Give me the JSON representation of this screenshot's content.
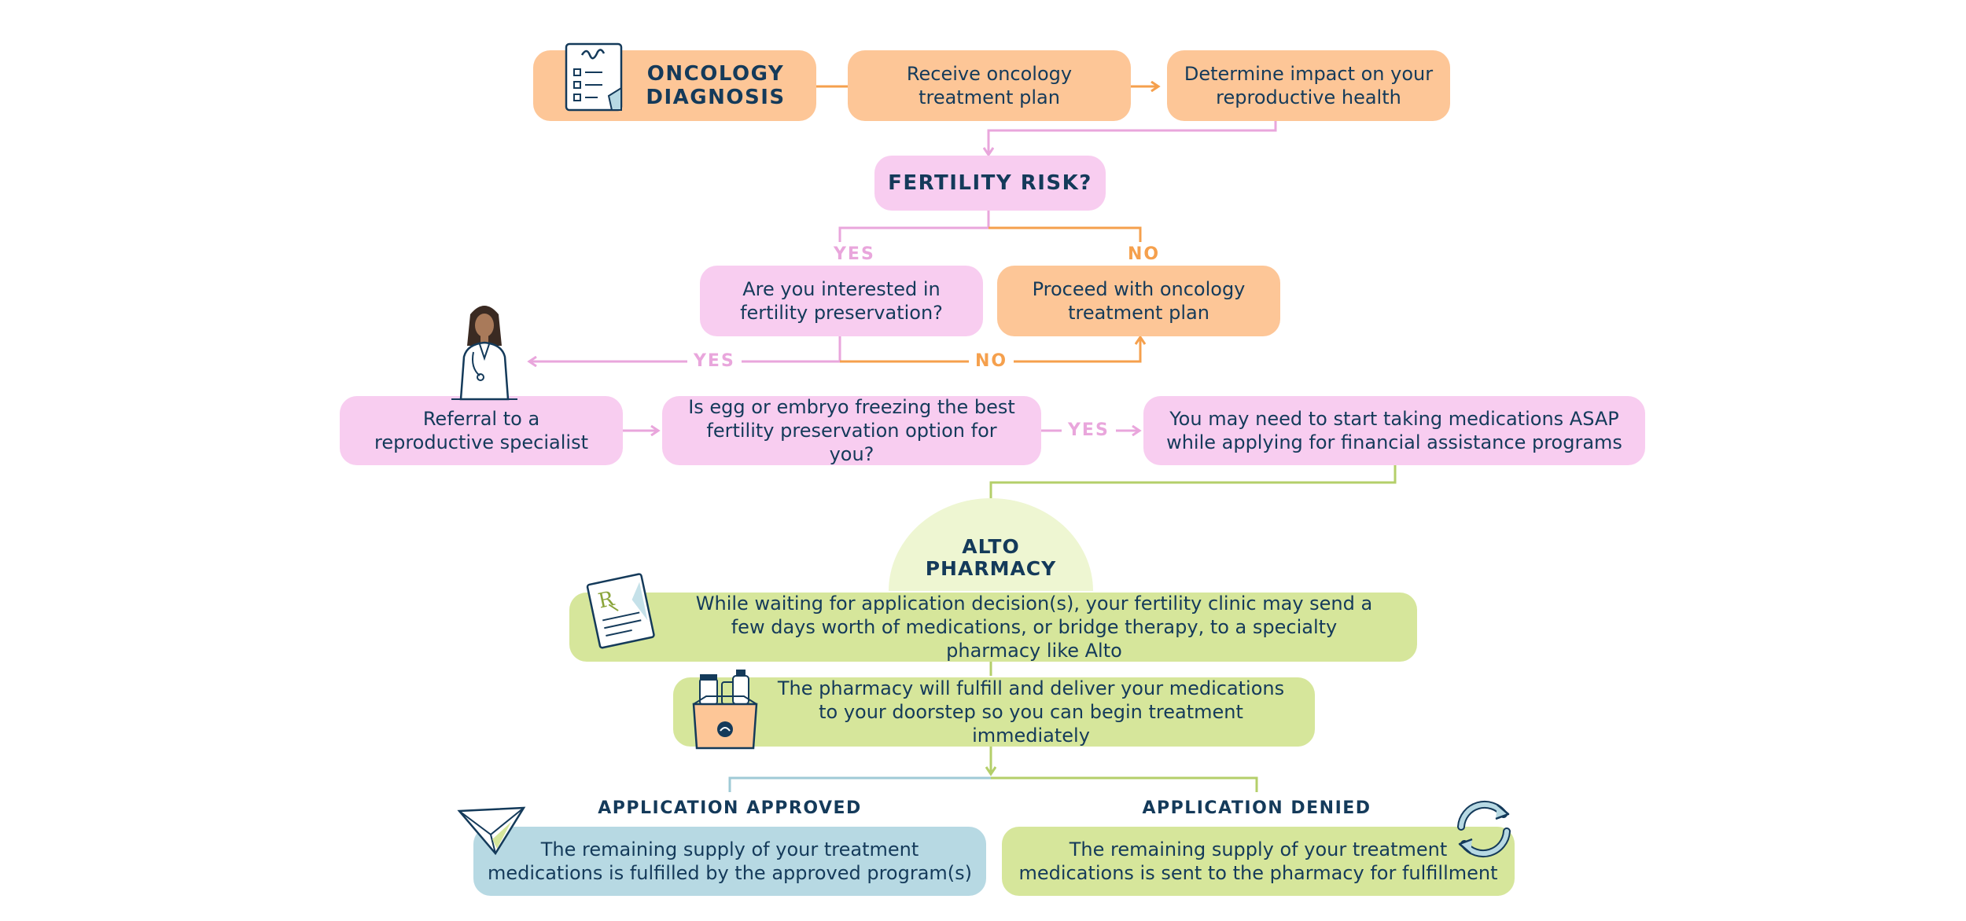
{
  "colors": {
    "orange": "#fdc697",
    "pink": "#f8cdf0",
    "green": "#d6e69b",
    "blue": "#b7d9e3",
    "text": "#143a5a",
    "pink_line": "#e9a6dc",
    "orange_line": "#f5a04d",
    "green_line": "#b4cf6a",
    "blue_line": "#9fcad6"
  },
  "nodes": {
    "oncology_diagnosis": "ONCOLOGY DIAGNOSIS",
    "receive_plan": "Receive oncology treatment plan",
    "determine_impact": "Determine impact on your reproductive health",
    "fertility_risk": "FERTILITY RISK?",
    "interested_preservation": "Are you interested in fertility preservation?",
    "proceed_plan": "Proceed with oncology treatment plan",
    "referral": "Referral to a reproductive specialist",
    "egg_embryo": "Is egg or embryo freezing the best fertility preservation option for you?",
    "start_meds": "You may need to start taking medications ASAP while applying for financial assistance programs",
    "alto_pharmacy": "ALTO PHARMACY",
    "waiting": "While waiting for application decision(s), your fertility clinic may send a few days worth of medications, or bridge therapy, to a specialty pharmacy like Alto",
    "fulfill": "The pharmacy will fulfill and deliver your medications to your doorstep so you can begin treatment immediately",
    "approved_text": "The remaining supply of your treatment medications is fulfilled by the approved program(s)",
    "denied_text": "The remaining supply of your treatment medications is sent to the pharmacy for fulfillment"
  },
  "labels": {
    "yes1": "YES",
    "no1": "NO",
    "yes2": "YES",
    "no2": "NO",
    "yes3": "YES",
    "approved_head": "APPLICATION APPROVED",
    "denied_head": "APPLICATION DENIED"
  },
  "icons": {
    "checklist": "checklist-document-icon",
    "doctor": "doctor-illustration-icon",
    "prescription": "prescription-paper-icon",
    "box": "medication-box-icon",
    "plane": "paper-plane-icon",
    "refresh": "refresh-arrows-icon"
  }
}
